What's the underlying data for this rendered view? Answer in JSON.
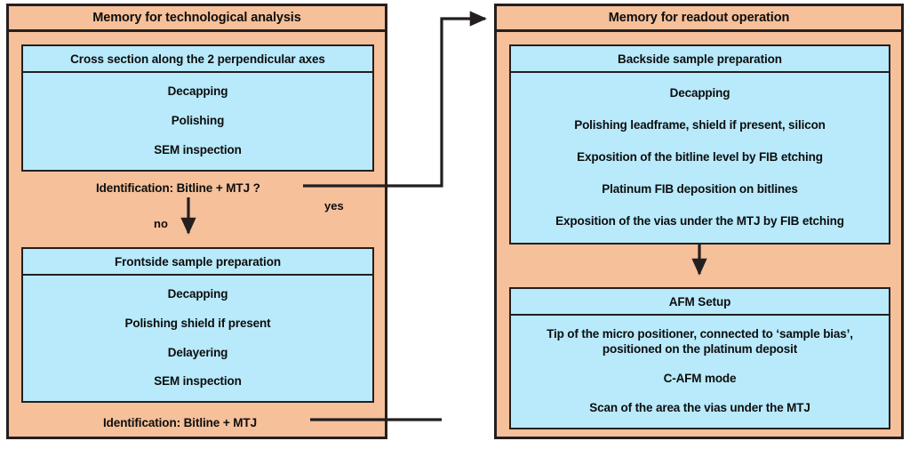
{
  "colors": {
    "panel_fill": "#F5C09A",
    "box_fill": "#B8EAFB",
    "stroke": "#231f20",
    "text": "#0d0d0d",
    "background": "#ffffff"
  },
  "left_panel": {
    "title": "Memory for technological analysis",
    "box_cross_section": {
      "title": "Cross section along the 2 perpendicular axes",
      "steps": [
        "Decapping",
        "Polishing",
        "SEM inspection"
      ]
    },
    "decision": {
      "label": "Identification: Bitline + MTJ ?",
      "yes_label": "yes",
      "no_label": "no"
    },
    "box_frontside": {
      "title": "Frontside sample preparation",
      "steps": [
        "Decapping",
        "Polishing shield if present",
        "Delayering",
        "SEM inspection"
      ]
    },
    "outcome": {
      "label": "Identification: Bitline + MTJ"
    }
  },
  "right_panel": {
    "title": "Memory for readout operation",
    "box_backside": {
      "title": "Backside sample preparation",
      "steps": [
        "Decapping",
        "Polishing leadframe, shield if present, silicon",
        "Exposition of the bitline level by FIB etching",
        "Platinum FIB deposition on bitlines",
        "Exposition of the vias under the MTJ by FIB etching"
      ]
    },
    "box_afm": {
      "title": "AFM Setup",
      "steps": [
        "Tip of the micro positioner, connected to ‘sample bias’, positioned on the platinum deposit",
        "C-AFM mode",
        "Scan of the area the vias under the MTJ"
      ]
    }
  },
  "connectors": [
    {
      "name": "yes-branch-to-readout",
      "from": "left-decision",
      "to": "right-panel"
    },
    {
      "name": "outcome-to-readout",
      "from": "left-outcome",
      "to": "right-panel"
    },
    {
      "name": "no-branch-to-frontside",
      "from": "left-decision",
      "to": "box-frontside"
    },
    {
      "name": "backside-to-afm",
      "from": "box-backside",
      "to": "box-afm"
    }
  ]
}
